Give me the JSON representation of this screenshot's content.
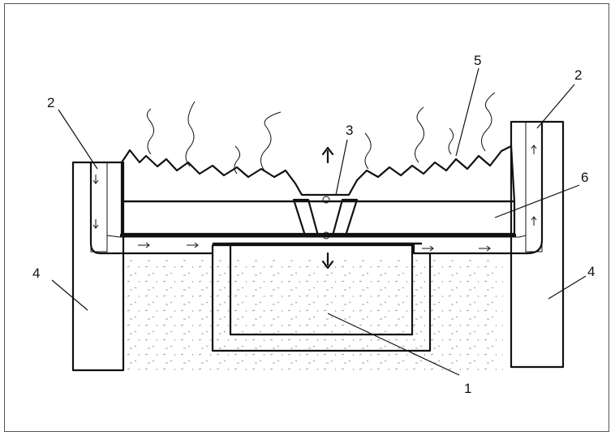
{
  "diagram": {
    "callouts": [
      {
        "id": "label-1",
        "text": "1"
      },
      {
        "id": "label-2-left",
        "text": "2"
      },
      {
        "id": "label-2-right",
        "text": "2"
      },
      {
        "id": "label-3",
        "text": "3"
      },
      {
        "id": "label-4-left",
        "text": "4"
      },
      {
        "id": "label-4-right",
        "text": "4"
      },
      {
        "id": "label-5",
        "text": "5"
      },
      {
        "id": "label-6",
        "text": "6"
      }
    ]
  }
}
